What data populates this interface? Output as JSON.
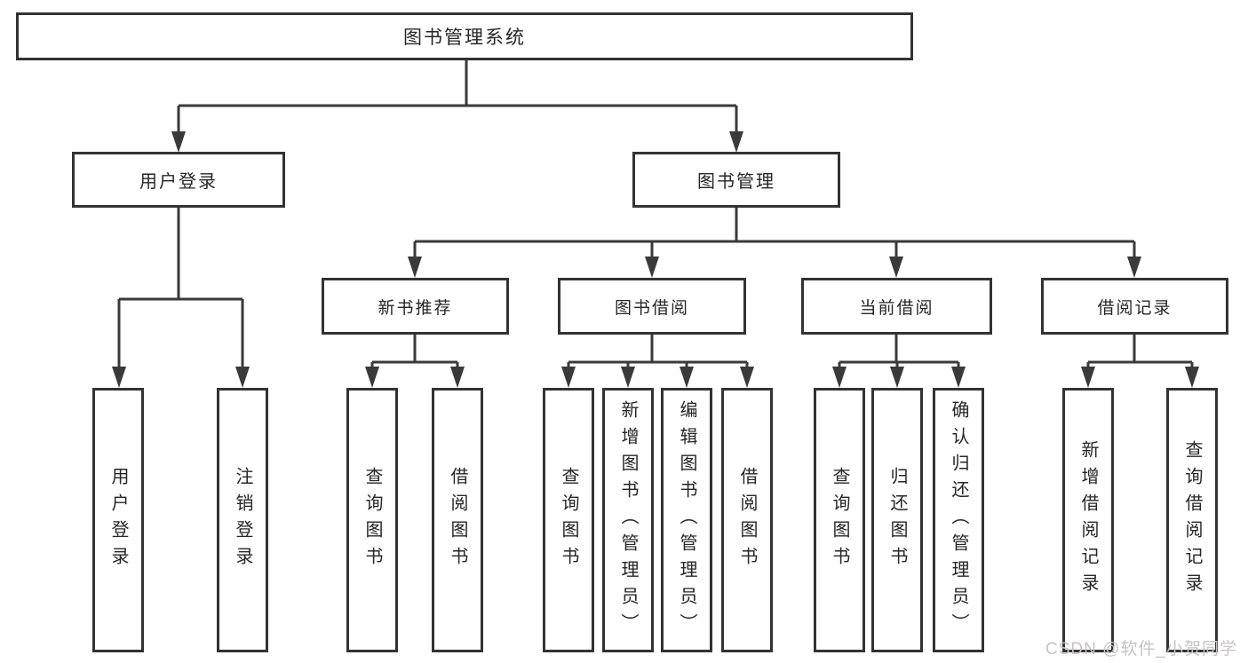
{
  "diagram": {
    "root": {
      "label": "图书管理系统"
    },
    "branches": [
      {
        "label": "用户登录",
        "children": [
          {
            "label": "用户登录"
          },
          {
            "label": "注销登录"
          }
        ]
      },
      {
        "label": "图书管理",
        "children": [
          {
            "label": "新书推荐",
            "children": [
              {
                "label": "查询图书"
              },
              {
                "label": "借阅图书"
              }
            ]
          },
          {
            "label": "图书借阅",
            "children": [
              {
                "label": "查询图书"
              },
              {
                "label": "新增图书（管理员）"
              },
              {
                "label": "编辑图书（管理员）"
              },
              {
                "label": "借阅图书"
              }
            ]
          },
          {
            "label": "当前借阅",
            "children": [
              {
                "label": "查询图书"
              },
              {
                "label": "归还图书"
              },
              {
                "label": "确认归还（管理员）"
              }
            ]
          },
          {
            "label": "借阅记录",
            "children": [
              {
                "label": "新增借阅记录"
              },
              {
                "label": "查询借阅记录"
              }
            ]
          }
        ]
      }
    ]
  },
  "watermark": {
    "text": "CSDN @软件_小贺同学"
  },
  "colors": {
    "page_background": "#ffffff",
    "box_background": "#ffffff",
    "box_border": "#333333",
    "line": "#3a3a3a",
    "text": "#262626",
    "watermark": "#c6c3c3"
  }
}
